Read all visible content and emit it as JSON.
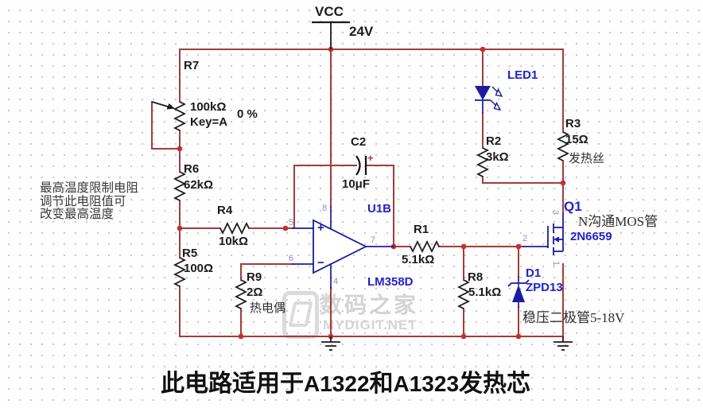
{
  "schematic": {
    "power_net": {
      "name": "VCC",
      "voltage": "24V"
    },
    "components": {
      "R7": {
        "ref": "R7",
        "value": "100kΩ",
        "key": "Key=A",
        "setting": "0 %"
      },
      "R6": {
        "ref": "R6",
        "value": "62kΩ"
      },
      "R5": {
        "ref": "R5",
        "value": "100Ω"
      },
      "R4": {
        "ref": "R4",
        "value": "10kΩ"
      },
      "R9": {
        "ref": "R9",
        "value": "2Ω",
        "note": "热电偶"
      },
      "C2": {
        "ref": "C2",
        "value": "10μF",
        "polarity": "+"
      },
      "U1B": {
        "ref": "U1B",
        "part": "LM358D",
        "plus": "+",
        "minus": "−",
        "pin_noninv": "5",
        "pin_inv": "6",
        "pin_out": "7",
        "pin_vcc": "8",
        "pin_gnd": "4"
      },
      "R1": {
        "ref": "R1",
        "value": "5.1kΩ"
      },
      "R8": {
        "ref": "R8",
        "value": "5.1kΩ"
      },
      "D1": {
        "ref": "D1",
        "part": "ZPD13",
        "note": "稳压二极管5-18V"
      },
      "LED1": {
        "ref": "LED1"
      },
      "R2": {
        "ref": "R2",
        "value": "3kΩ"
      },
      "R3": {
        "ref": "R3",
        "value": "15Ω",
        "note": "发热丝"
      },
      "Q1": {
        "ref": "Q1",
        "part": "2N6659",
        "note": "N沟通MOS管",
        "pin_drain": "3",
        "pin_gate": "2",
        "pin_source": "1"
      }
    },
    "annotations": {
      "left_note": [
        "最高温度限制电阻",
        "调节此电阻值可",
        "改变最高温度"
      ],
      "caption_parts": {
        "p1": "此电路适用于",
        "p2": "A1322",
        "p3": "和",
        "p4": "A1323",
        "p5": "发热芯"
      }
    },
    "watermark": {
      "title": "数码之家",
      "site": "MYDIGIT.NET"
    },
    "colors": {
      "wire": "#a23c3c",
      "junction": "#c22f2f",
      "symbol_blue": "#1b1b9e",
      "label_blue": "#2222cc",
      "pin_gray": "#9090bd",
      "grid_dot": "#c9c9c9"
    }
  }
}
